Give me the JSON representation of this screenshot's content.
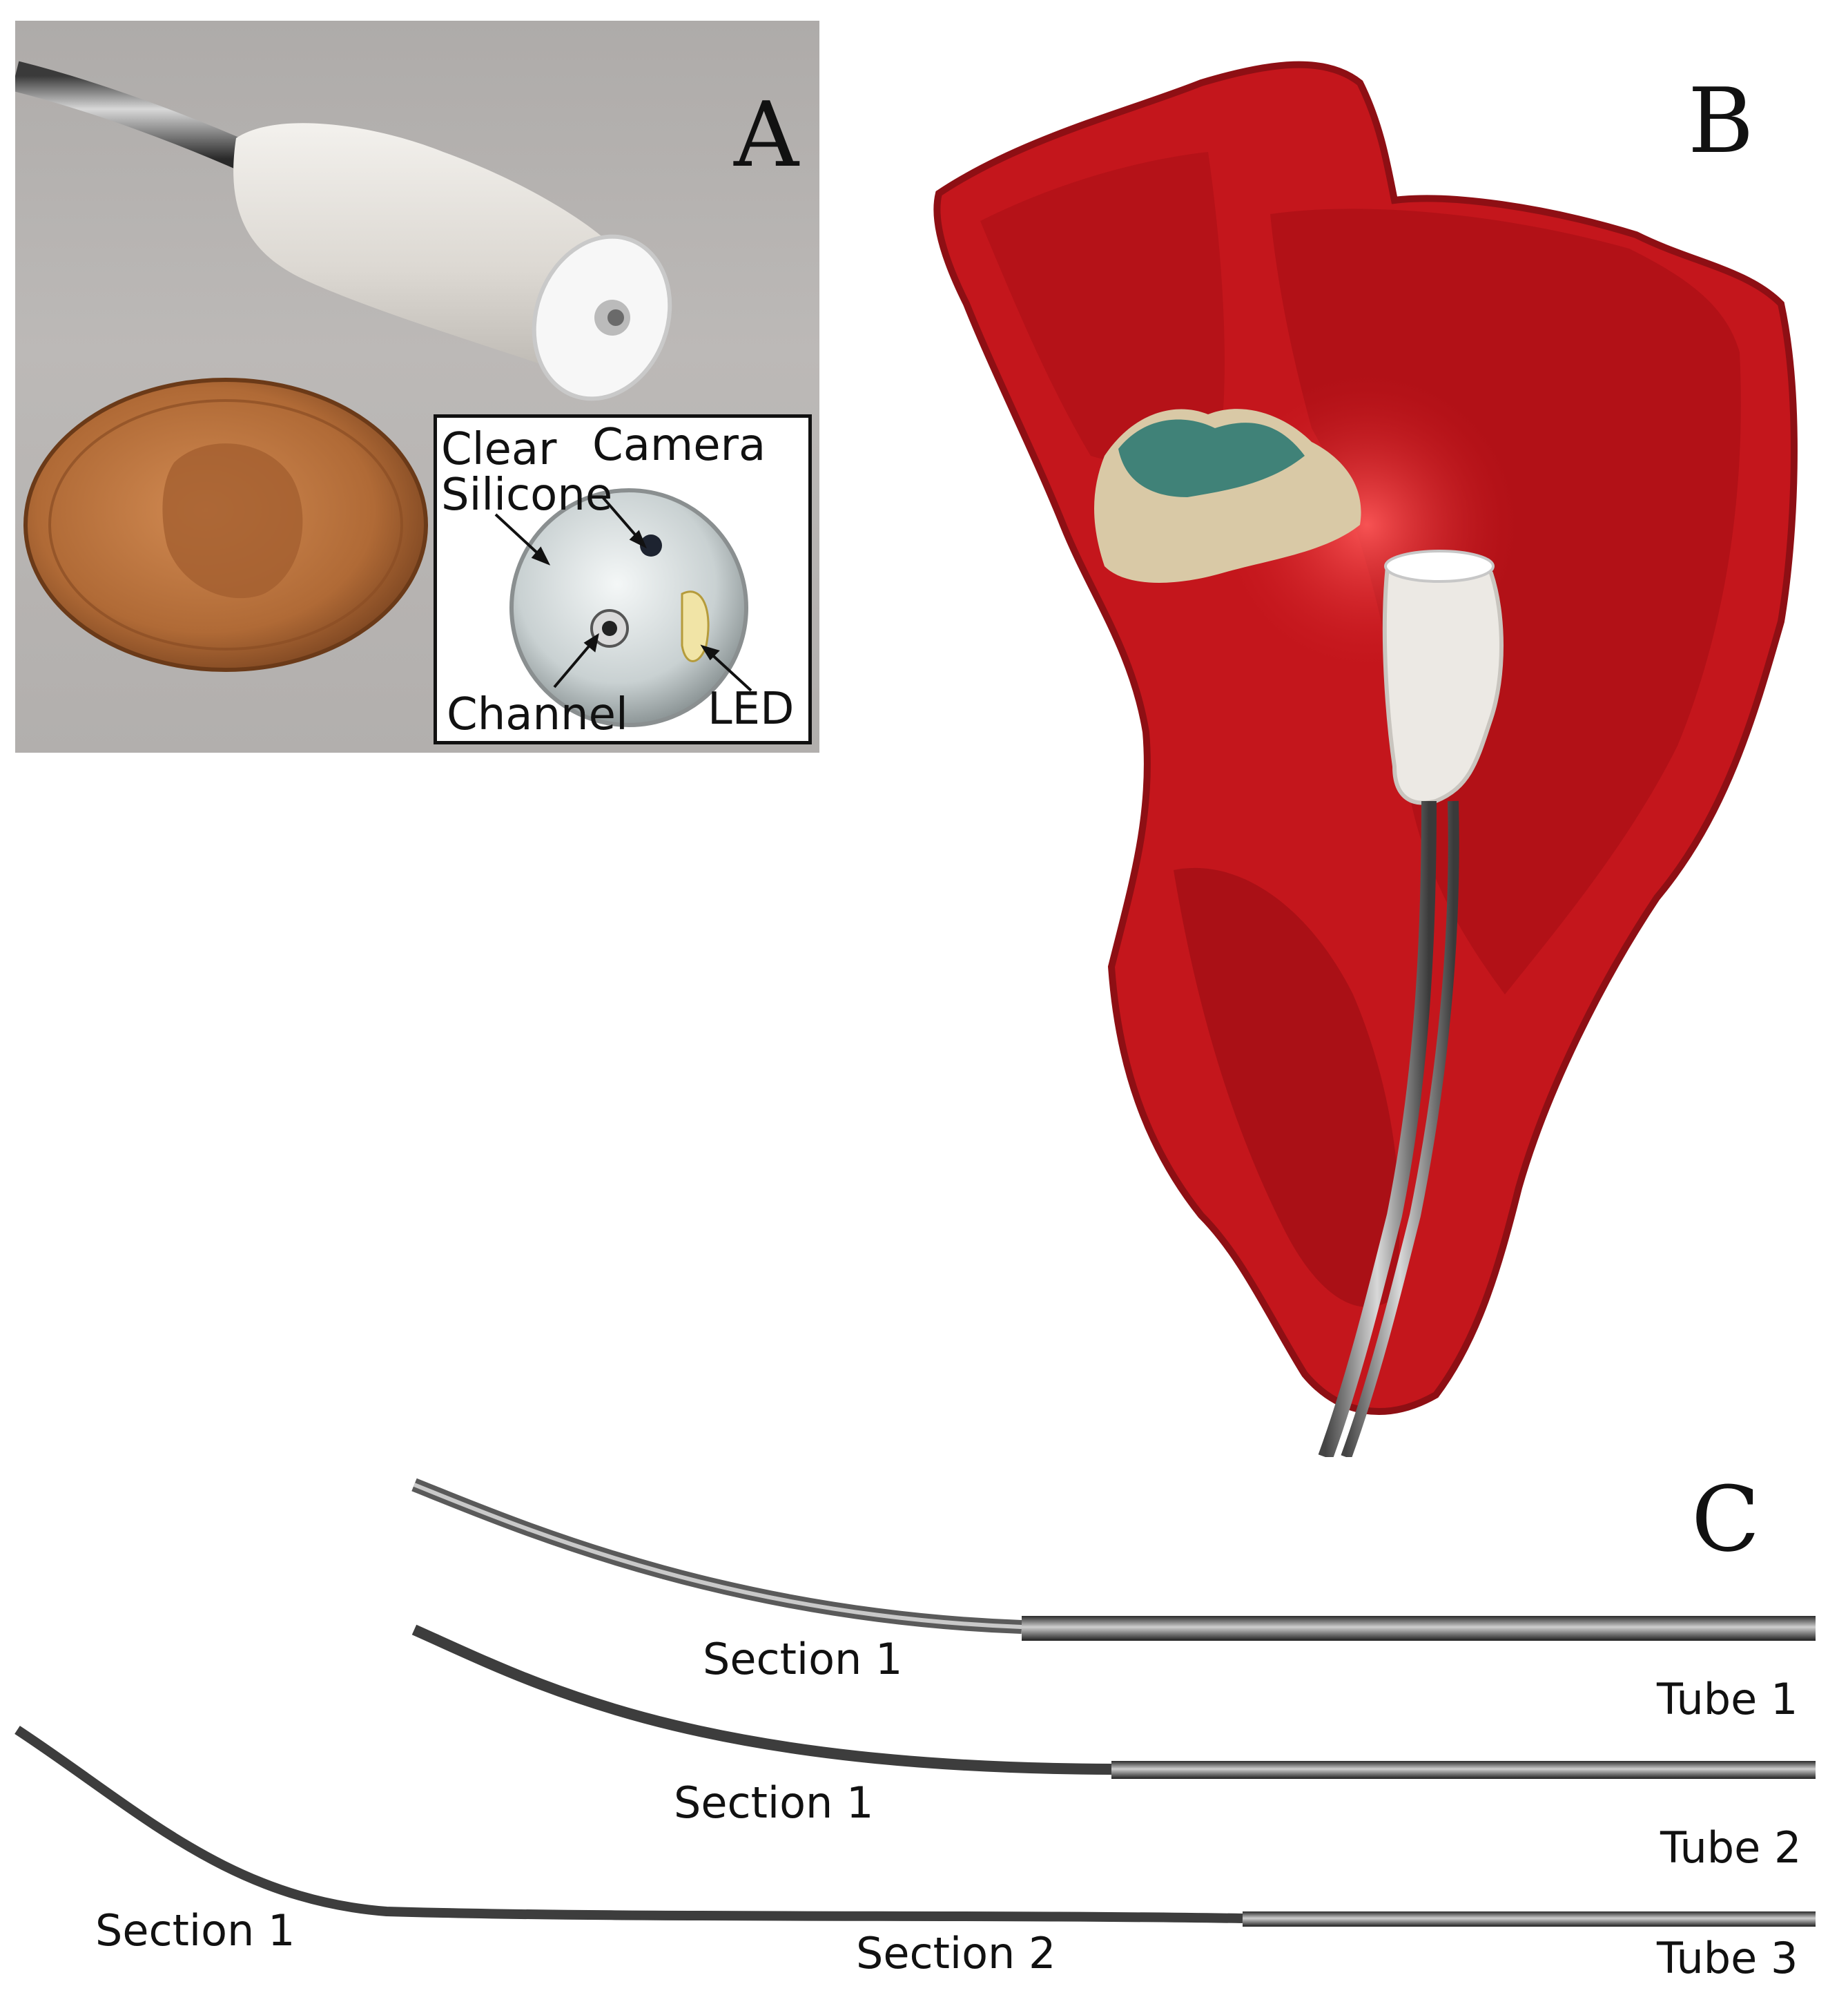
{
  "panels": {
    "a": {
      "letter": "A",
      "inset": {
        "clear_label": "Clear",
        "silicone_label": "Silicone",
        "camera_label": "Camera",
        "channel_label": "Channel",
        "led_label": "LED"
      }
    },
    "b": {
      "letter": "B"
    },
    "c": {
      "letter": "C",
      "tube1": {
        "section_label": "Section 1",
        "tube_label": "Tube 1"
      },
      "tube2": {
        "section_label": "Section 1",
        "tube_label": "Tube 2"
      },
      "tube3": {
        "section1_label": "Section 1",
        "section2_label": "Section 2",
        "tube_label": "Tube 3"
      }
    }
  },
  "colors": {
    "heart_red": "#c4161c",
    "heart_dark": "#8e0f14",
    "silicone_white": "#e9e6e1",
    "tube_steel": "#8a8a8a",
    "penny_copper": "#b5703c"
  }
}
